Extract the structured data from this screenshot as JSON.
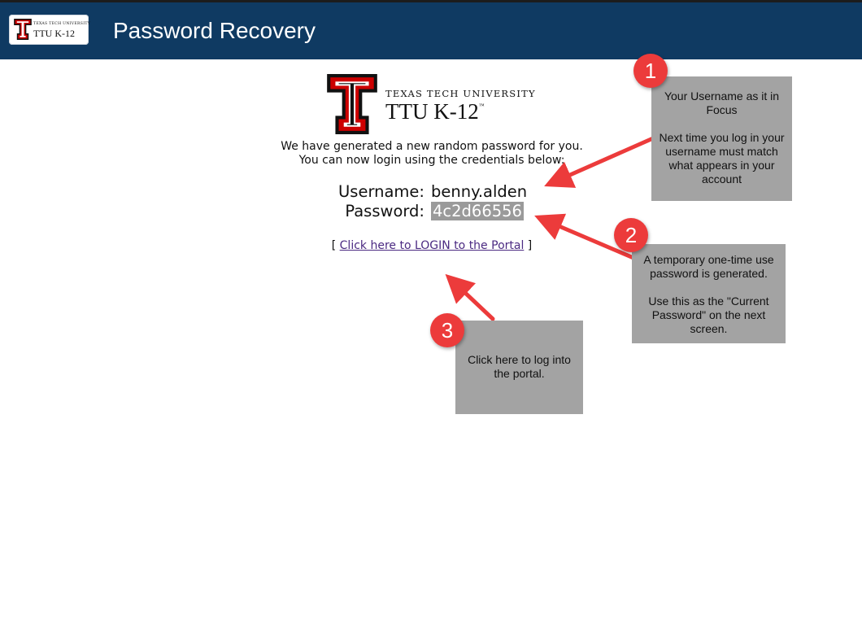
{
  "header": {
    "logo_university": "TEXAS TECH UNIVERSITY",
    "logo_brand": "TTU K-12",
    "title": "Password Recovery"
  },
  "logo": {
    "university": "TEXAS TECH UNIVERSITY",
    "brand": "TTU K-12",
    "trademark": "™"
  },
  "message": {
    "line1": "We have generated a new random password for you.",
    "line2": "You can now login using the credentials below:"
  },
  "credentials": {
    "username_label": "Username:",
    "username_value": "benny.alden",
    "password_label": "Password:",
    "password_value": "4c2d66556"
  },
  "login": {
    "bracket_open": "[",
    "link_text": "Click here to LOGIN to the Portal",
    "bracket_close": "]"
  },
  "callouts": [
    {
      "number": "1",
      "paragraphs": [
        "Your Username as it in Focus",
        "Next time you log in your username must match what appears in your account"
      ]
    },
    {
      "number": "2",
      "paragraphs": [
        "A temporary one-time use password is generated.",
        "Use this as the \"Current Password\" on the next screen."
      ]
    },
    {
      "number": "3",
      "paragraphs": [
        "Click here to log into the portal."
      ]
    }
  ],
  "colors": {
    "header_bg": "#0f3a62",
    "callout_bg": "#a3a3a3",
    "badge_red": "#ec3b3b",
    "logo_red": "#cc0000",
    "link": "#4b2a82"
  }
}
